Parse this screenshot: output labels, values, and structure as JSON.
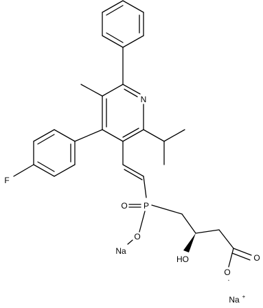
{
  "labels": {
    "N": "N",
    "F": "F",
    "P": "P",
    "O_phosphoryl": "O",
    "O_ester": "O",
    "Na_ester": "Na",
    "HO": "HO",
    "O_carbonyl": "O",
    "O_carboxylate": "O",
    "charge_minus": "-",
    "Na_ion": "Na",
    "charge_plus": "+"
  }
}
